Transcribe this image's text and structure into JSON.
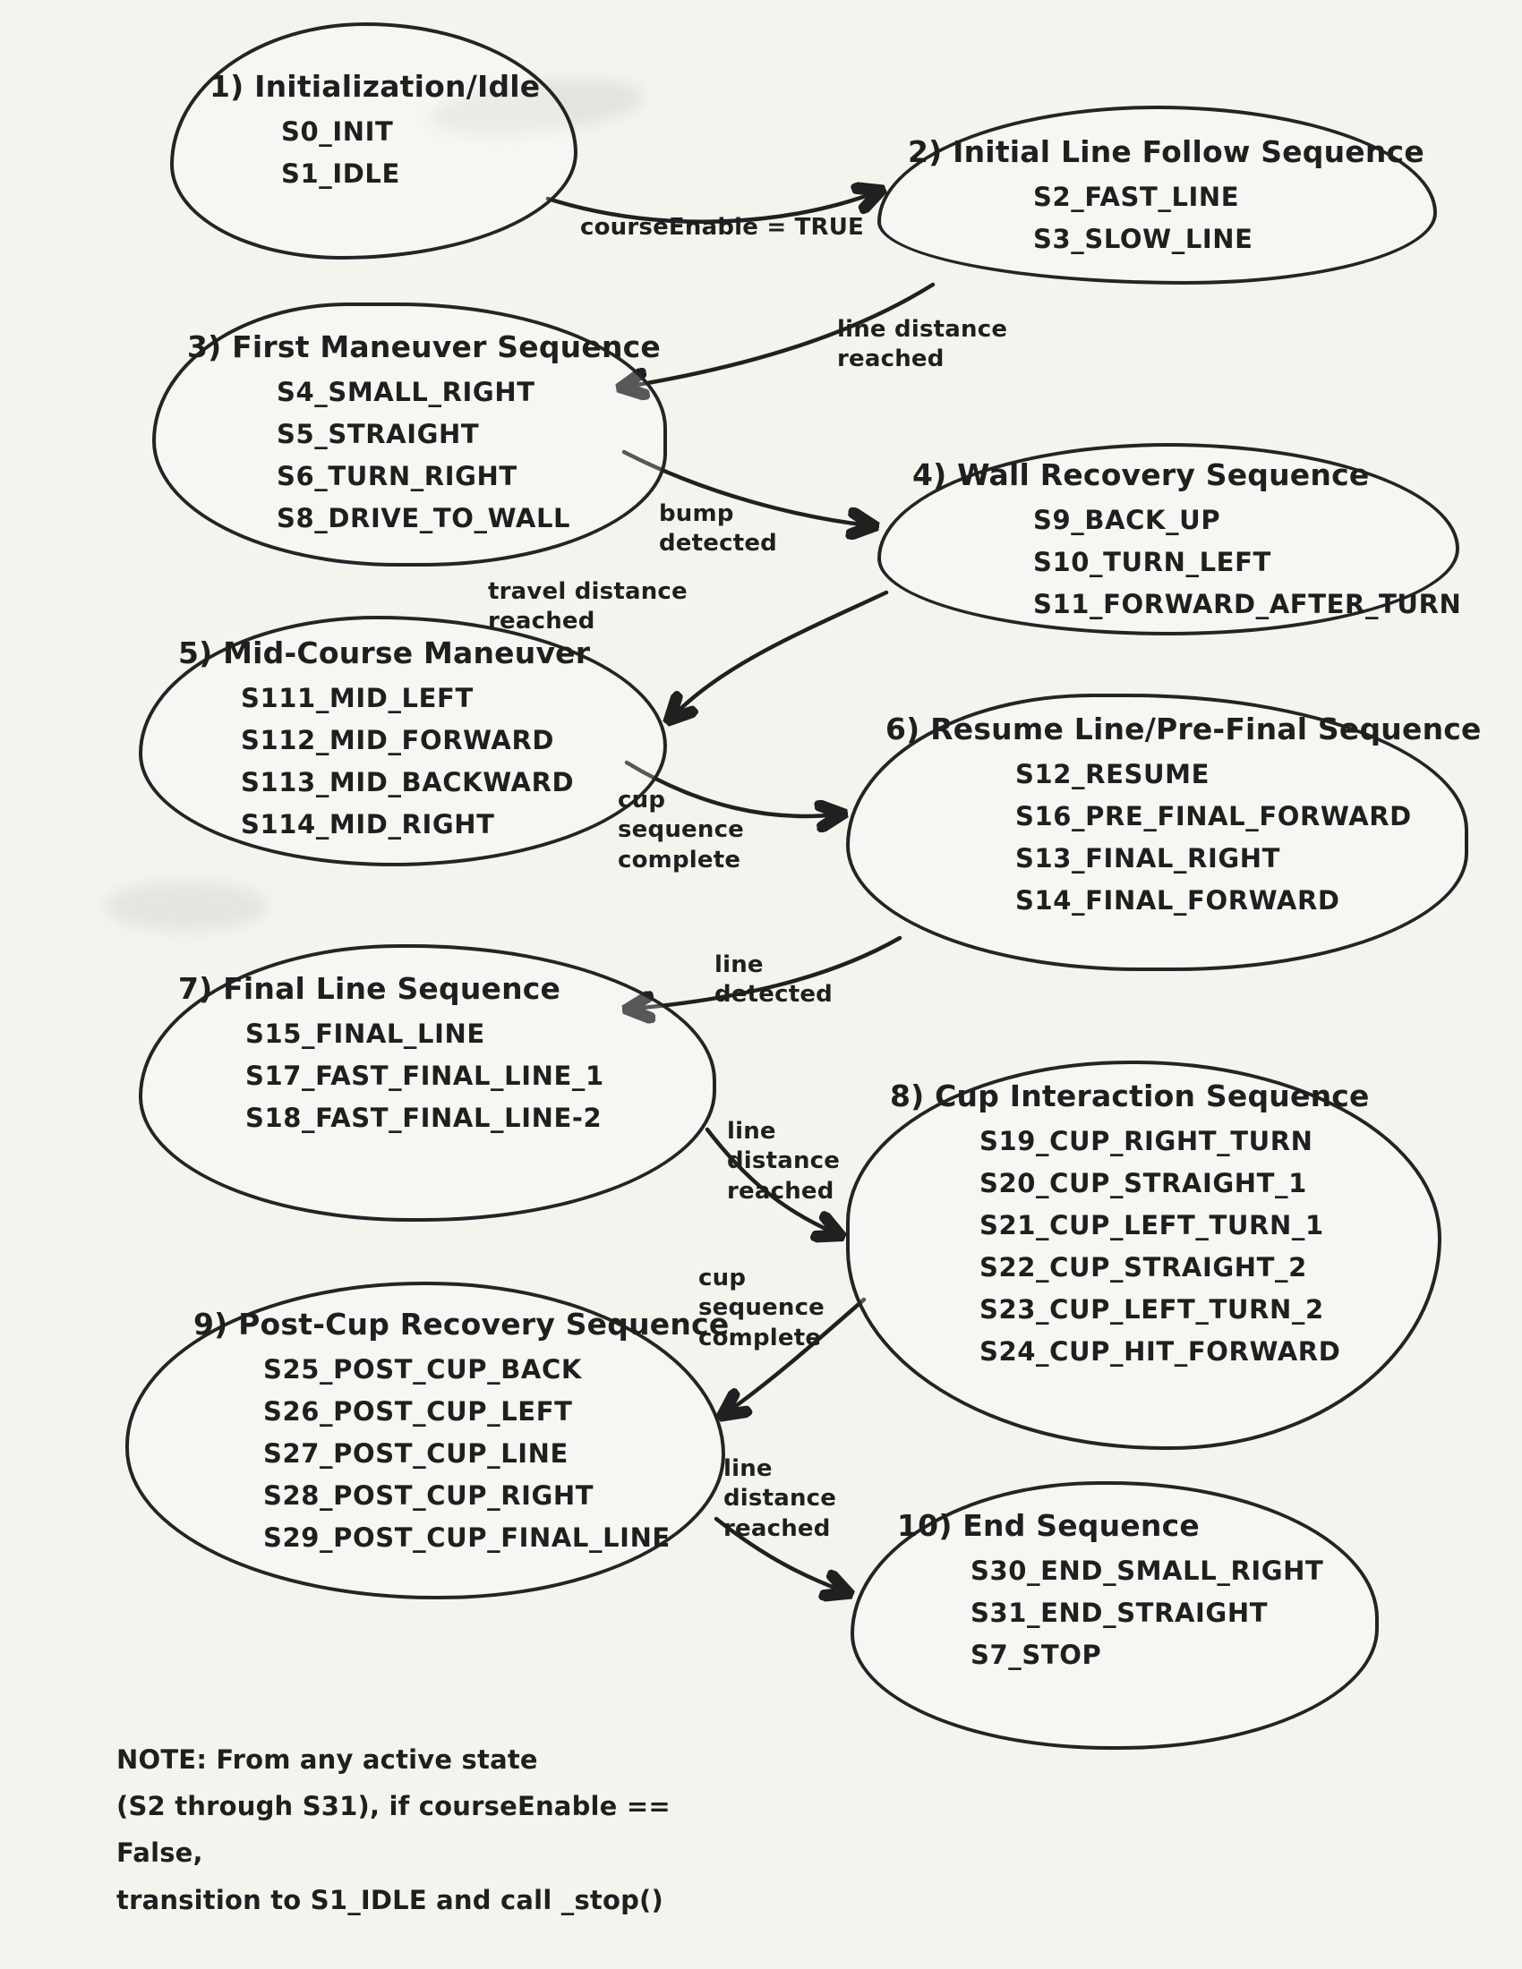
{
  "colors": {
    "ink": "#1f1f1f",
    "paper": "#f5f3ee"
  },
  "nodes": [
    {
      "title": "1) Initialization/Idle",
      "states": [
        "S0_INIT",
        "S1_IDLE"
      ]
    },
    {
      "title": "2) Initial Line Follow Sequence",
      "states": [
        "S2_FAST_LINE",
        "S3_SLOW_LINE"
      ]
    },
    {
      "title": "3) First Maneuver Sequence",
      "states": [
        "S4_SMALL_RIGHT",
        "S5_STRAIGHT",
        "S6_TURN_RIGHT",
        "S8_DRIVE_TO_WALL"
      ]
    },
    {
      "title": "4) Wall Recovery Sequence",
      "states": [
        "S9_BACK_UP",
        "S10_TURN_LEFT",
        "S11_FORWARD_AFTER_TURN"
      ]
    },
    {
      "title": "5) Mid-Course Maneuver",
      "states": [
        "S111_MID_LEFT",
        "S112_MID_FORWARD",
        "S113_MID_BACKWARD",
        "S114_MID_RIGHT"
      ]
    },
    {
      "title": "6) Resume Line/Pre-Final Sequence",
      "states": [
        "S12_RESUME",
        "S16_PRE_FINAL_FORWARD",
        "S13_FINAL_RIGHT",
        "S14_FINAL_FORWARD"
      ]
    },
    {
      "title": "7) Final Line Sequence",
      "states": [
        "S15_FINAL_LINE",
        "S17_FAST_FINAL_LINE_1",
        "S18_FAST_FINAL_LINE-2"
      ]
    },
    {
      "title": "8) Cup Interaction Sequence",
      "states": [
        "S19_CUP_RIGHT_TURN",
        "S20_CUP_STRAIGHT_1",
        "S21_CUP_LEFT_TURN_1",
        "S22_CUP_STRAIGHT_2",
        "S23_CUP_LEFT_TURN_2",
        "S24_CUP_HIT_FORWARD"
      ]
    },
    {
      "title": "9) Post-Cup Recovery Sequence",
      "states": [
        "S25_POST_CUP_BACK",
        "S26_POST_CUP_LEFT",
        "S27_POST_CUP_LINE",
        "S28_POST_CUP_RIGHT",
        "S29_POST_CUP_FINAL_LINE"
      ]
    },
    {
      "title": "10) End Sequence",
      "states": [
        "S30_END_SMALL_RIGHT",
        "S31_END_STRAIGHT",
        "S7_STOP"
      ]
    }
  ],
  "transitions": [
    {
      "from": "1",
      "to": "2",
      "label": "courseEnable = TRUE"
    },
    {
      "from": "2",
      "to": "3",
      "label": "line distance\nreached"
    },
    {
      "from": "3",
      "to": "4",
      "label": "bump\ndetected"
    },
    {
      "from": "4",
      "to": "5",
      "label": "travel distance\nreached"
    },
    {
      "from": "5",
      "to": "6",
      "label": "cup\nsequence\ncomplete"
    },
    {
      "from": "6",
      "to": "7",
      "label": "line\ndetected"
    },
    {
      "from": "7",
      "to": "8",
      "label": "line\ndistance\nreached"
    },
    {
      "from": "8",
      "to": "9",
      "label": "cup\nsequence\ncomplete"
    },
    {
      "from": "9",
      "to": "10",
      "label": "line\ndistance\nreached"
    }
  ],
  "note": "NOTE: From any active state\n(S2 through S31), if courseEnable == False,\ntransition to S1_IDLE and call _stop()"
}
